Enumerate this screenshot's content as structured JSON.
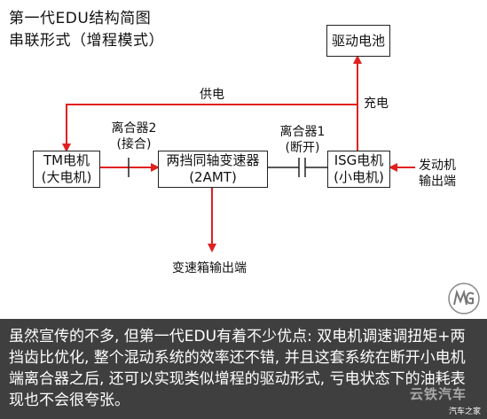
{
  "title": {
    "line1": "第一代EDU结构简图",
    "line2": "串联形式（增程模式）"
  },
  "boxes": {
    "battery": "驱动电池",
    "tm_line1": "TM电机",
    "tm_line2": "(大电机)",
    "trans_line1": "两挡同轴变速器",
    "trans_line2": "(2AMT)",
    "isg_line1": "ISG电机",
    "isg_line2": "(小电机)"
  },
  "labels": {
    "supply": "供电",
    "charge": "充电",
    "clutch2_line1": "离合器2",
    "clutch2_line2": "(接合)",
    "clutch1_line1": "离合器1",
    "clutch1_line2": "(断开)",
    "engine_line1": "发动机",
    "engine_line2": "输出端",
    "gearbox_output": "变速箱输出端"
  },
  "caption": "虽然宣传的不多, 但第一代EDU有着不少优点: 双电机调速调扭矩+两挡齿比优化, 整个混动系统的效率还不错, 并且这套系统在断开小电机端离合器之后, 还可以实现类似增程的驱动形式, 亏电状态下的油耗表现也不会很夸张。",
  "watermark": {
    "main": "云铁汽车",
    "sub": "汽车之家"
  },
  "colors": {
    "arrow_red": "#e02020",
    "caption_bg": "#3f3f3f"
  }
}
